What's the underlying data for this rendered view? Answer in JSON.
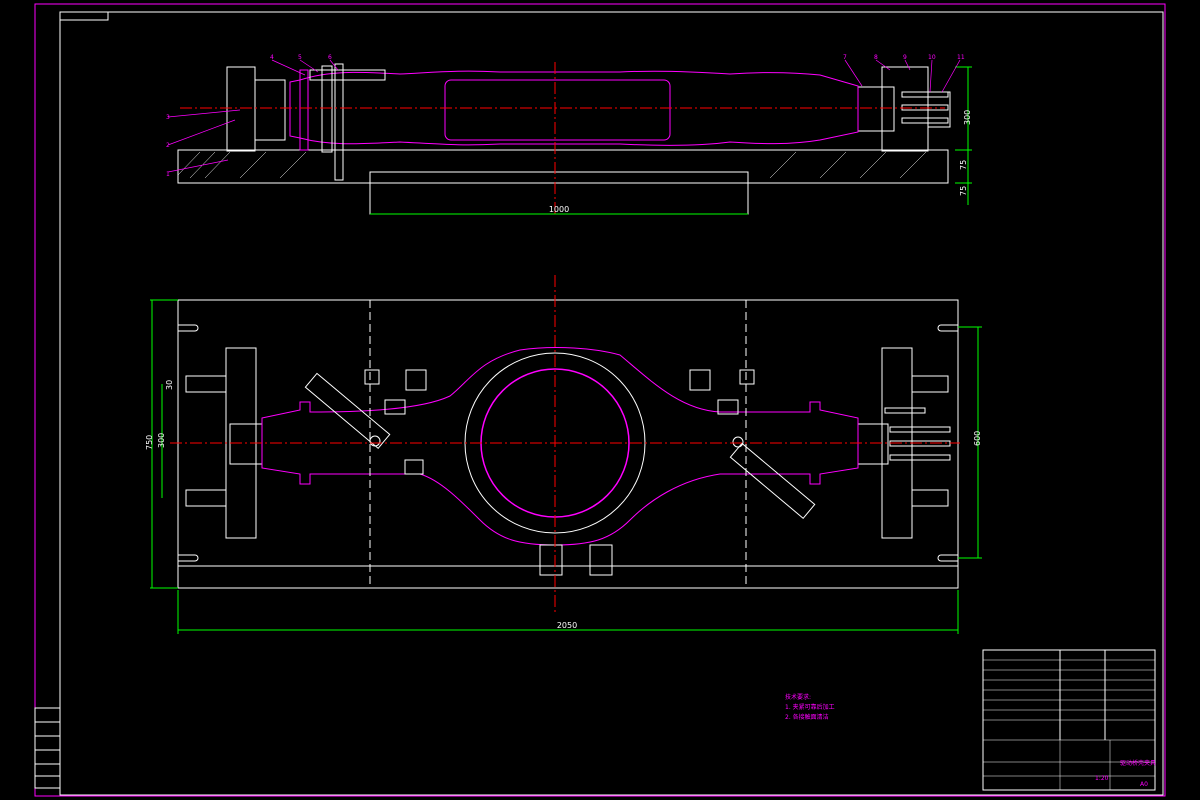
{
  "colors": {
    "background": "#000000",
    "border": "#ff00ff",
    "outline": "#ffffff",
    "centerline": "#ff0000",
    "dimension": "#00ff00",
    "part": "#ff00ff",
    "text": "#ffffff"
  },
  "top_view": {
    "dimensions": {
      "base_width": "1000",
      "height_300": "300",
      "height_75a": "75",
      "height_75b": "75"
    },
    "balloons": [
      "1",
      "2",
      "3",
      "4",
      "5",
      "6",
      "7",
      "8",
      "9",
      "10",
      "11"
    ]
  },
  "plan_view": {
    "dimensions": {
      "total_length": "2050",
      "height_750": "750",
      "height_300": "300",
      "height_600": "600",
      "small_30": "30"
    }
  },
  "notes": {
    "heading": "技术要求:",
    "line1": "1. 夹紧可靠后加工",
    "line2": "2. 各接触面清洁"
  },
  "title_block": {
    "drawing_name": "驱动桥壳夹具",
    "scale": "1:20",
    "sheet": "A0"
  }
}
